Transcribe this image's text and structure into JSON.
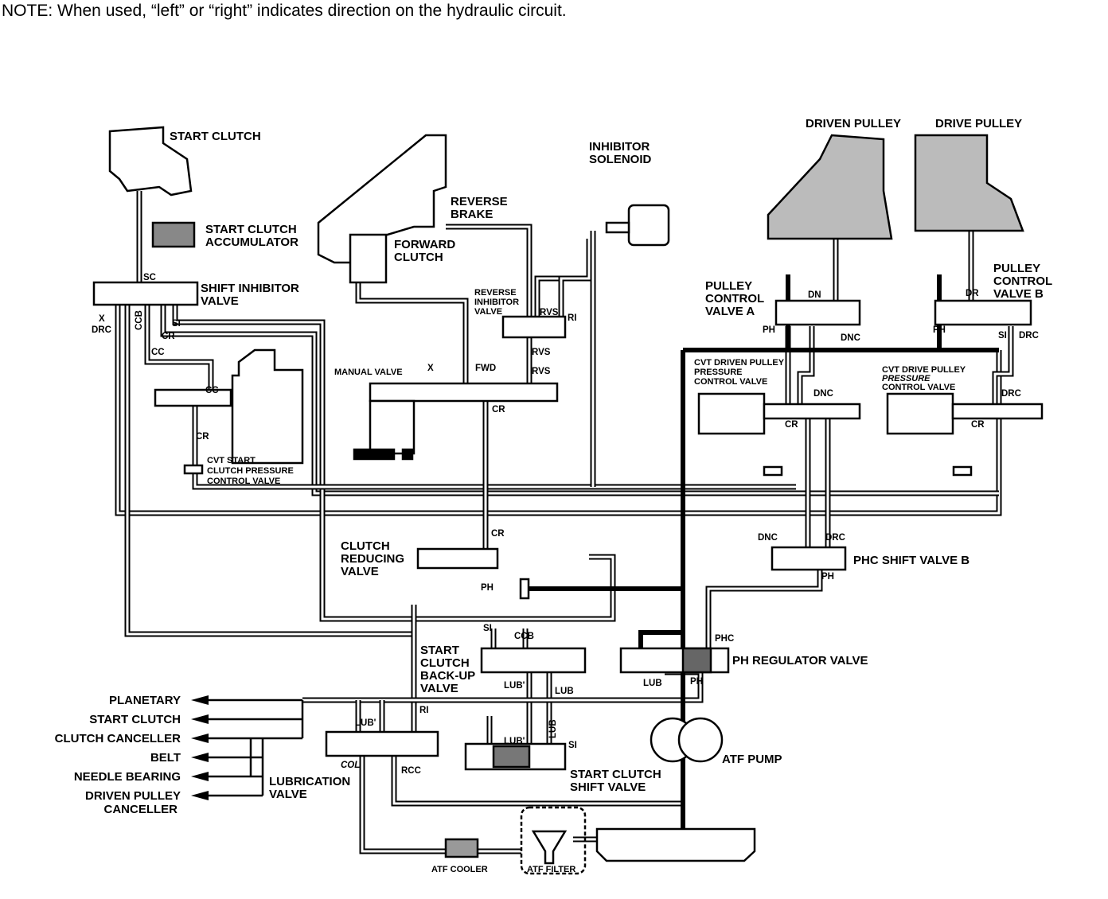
{
  "note": "NOTE: When used, “left” or “right” indicates direction on the hydraulic circuit.",
  "components": {
    "start_clutch": [
      "START CLUTCH"
    ],
    "start_clutch_accumulator": [
      "START CLUTCH",
      "ACCUMULATOR"
    ],
    "shift_inhibitor_valve": [
      "SHIFT INHIBITOR",
      "VALVE"
    ],
    "cvt_start_clutch_pcv": [
      "CVT START",
      "CLUTCH PRESSURE",
      "CONTROL VALVE"
    ],
    "reverse_brake": [
      "REVERSE",
      "BRAKE"
    ],
    "forward_clutch": [
      "FORWARD",
      "CLUTCH"
    ],
    "inhibitor_solenoid": [
      "INHIBITOR",
      "SOLENOID"
    ],
    "reverse_inhibitor_valve": [
      "REVERSE",
      "INHIBITOR",
      "VALVE"
    ],
    "manual_valve": [
      "MANUAL VALVE"
    ],
    "driven_pulley": [
      "DRIVEN PULLEY"
    ],
    "drive_pulley": [
      "DRIVE PULLEY"
    ],
    "pulley_control_valve_a": [
      "PULLEY",
      "CONTROL",
      "VALVE A"
    ],
    "pulley_control_valve_b": [
      "PULLEY",
      "CONTROL",
      "VALVE B"
    ],
    "cvt_driven_pulley_pcv": [
      "CVT DRIVEN PULLEY",
      "PRESSURE",
      "CONTROL VALVE"
    ],
    "cvt_drive_pulley_pcv": [
      "CVT DRIVE PULLEY",
      "PRESSURE",
      "CONTROL VALVE"
    ],
    "clutch_reducing_valve": [
      "CLUTCH",
      "REDUCING",
      "VALVE"
    ],
    "phc_shift_valve_b": [
      "PHC SHIFT VALVE B"
    ],
    "start_clutch_backup_valve": [
      "START",
      "CLUTCH",
      "BACK-UP",
      "VALVE"
    ],
    "ph_regulator_valve": [
      "PH REGULATOR VALVE"
    ],
    "atf_pump": [
      "ATF PUMP"
    ],
    "lubrication_valve": [
      "LUBRICATION",
      "VALVE"
    ],
    "start_clutch_shift_valve": [
      "START CLUTCH",
      "SHIFT VALVE"
    ],
    "atf_cooler": [
      "ATF COOLER"
    ],
    "atf_filter": [
      "ATF FILTER"
    ]
  },
  "lubrication_outputs": [
    "PLANETARY",
    "START CLUTCH",
    "CLUTCH CANCELLER",
    "BELT",
    "NEEDLE BEARING",
    "DRIVEN PULLEY",
    "CANCELLER"
  ],
  "ports": {
    "sc": "SC",
    "ccb": "CCB",
    "drc": "DRC",
    "si": "SI",
    "cr": "CR",
    "cc": "CC",
    "x": "X",
    "fwd": "FWD",
    "rvs": "RVS",
    "ri": "RI",
    "dn": "DN",
    "dr": "DR",
    "ph": "PH",
    "dnc": "DNC",
    "phc": "PHC",
    "lub": "LUB",
    "lub_prime": "LUB'",
    "col": "COL",
    "rcc": "RCC"
  },
  "colors": {
    "line": "#000000",
    "background": "#ffffff"
  }
}
